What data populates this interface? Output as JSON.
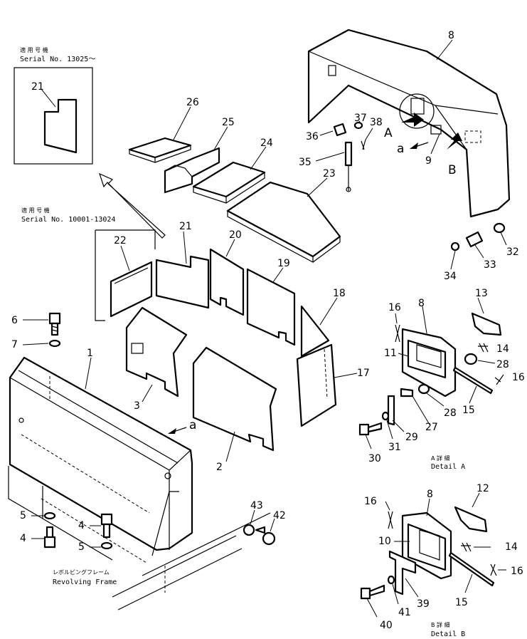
{
  "insets": {
    "upper": {
      "serial_jp": "適 用 号 機",
      "serial": "Serial No. 13025～"
    },
    "lower": {
      "serial_jp": "適 用 号 機",
      "serial": "Serial No. 10001-13024"
    }
  },
  "frame_caption": {
    "jp": "レボルビングフレーム",
    "en": "Revolving  Frame"
  },
  "detail_a": {
    "jp": "A 詳 細",
    "en": "Detail A"
  },
  "detail_b": {
    "jp": "B 詳 細",
    "en": "Detail B"
  },
  "view_markers": {
    "a_upper": "A",
    "b_upper": "B",
    "a_lower_1": "a",
    "a_lower_2": "a"
  },
  "callouts": {
    "c1": "1",
    "c2": "2",
    "c3": "3",
    "c4a": "4",
    "c4b": "4",
    "c5a": "5",
    "c5b": "5",
    "c6": "6",
    "c7": "7",
    "c8": "8",
    "c8a": "8",
    "c8b": "8",
    "c9": "9",
    "c10": "10",
    "c11": "11",
    "c12": "12",
    "c13": "13",
    "c14a": "14",
    "c14b": "14",
    "c15a": "15",
    "c15b": "15",
    "c16a": "16",
    "c16b": "16",
    "c16c": "16",
    "c16d": "16",
    "c17": "17",
    "c18": "18",
    "c19": "19",
    "c20": "20",
    "c21a": "21",
    "c21b": "21",
    "c22": "22",
    "c23": "23",
    "c24": "24",
    "c25": "25",
    "c26": "26",
    "c27": "27",
    "c28a": "28",
    "c28b": "28",
    "c29": "29",
    "c30": "30",
    "c31": "31",
    "c32": "32",
    "c33": "33",
    "c34": "34",
    "c35": "35",
    "c36": "36",
    "c37": "37",
    "c38": "38",
    "c39": "39",
    "c40": "40",
    "c41": "41",
    "c42": "42",
    "c43": "43"
  }
}
